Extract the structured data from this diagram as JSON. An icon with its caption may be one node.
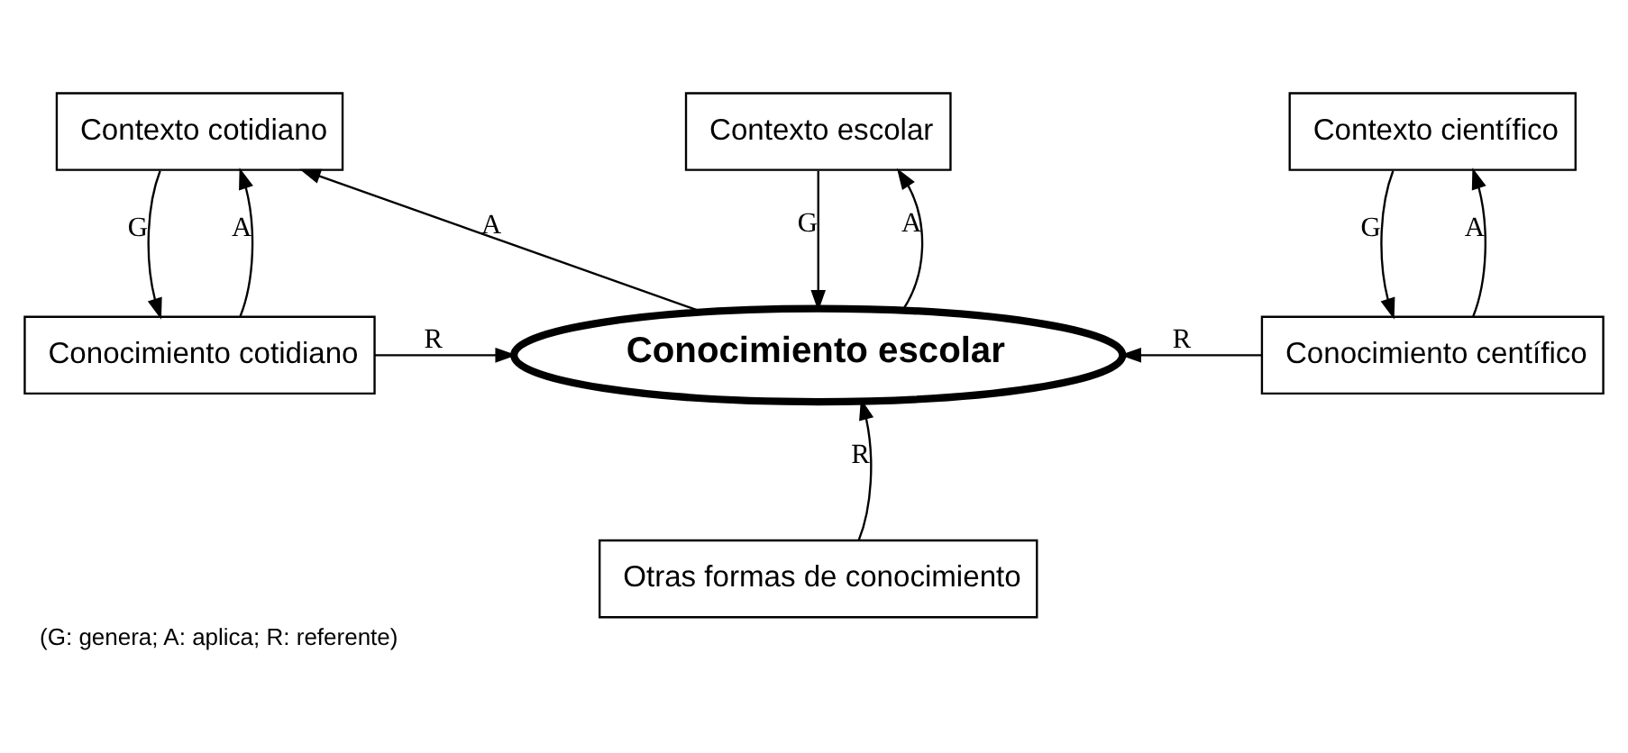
{
  "diagram": {
    "caption": "(G: genera; A: aplica; R: referente)",
    "nodes": [
      {
        "text": [
          "Contexto cotidiano"
        ]
      },
      {
        "text": [
          "Contexto escolar"
        ]
      },
      {
        "text": [
          "Contexto científico"
        ]
      },
      {
        "text": [
          "Conocimiento cotidiano"
        ]
      },
      {
        "text": [
          "Conocimiento escolar"
        ]
      },
      {
        "text": [
          "Conocimiento centífico"
        ]
      },
      {
        "text": [
          "Otras formas de conocimiento"
        ]
      }
    ],
    "edges": [
      {
        "from": 0,
        "to": 3,
        "arrow": "to",
        "label": "G"
      },
      {
        "from": 3,
        "to": 0,
        "arrow": "to",
        "label": "A"
      },
      {
        "from": 1,
        "to": 4,
        "arrow": "to",
        "label": "G"
      },
      {
        "from": 4,
        "to": 1,
        "arrow": "to",
        "label": "A"
      },
      {
        "from": 2,
        "to": 5,
        "arrow": "to",
        "label": "G"
      },
      {
        "from": 5,
        "to": 2,
        "arrow": "to",
        "label": "A"
      },
      {
        "from": 4,
        "to": 0,
        "arrow": "to",
        "label": "A"
      },
      {
        "from": 3,
        "to": 4,
        "arrow": "to",
        "label": "R"
      },
      {
        "from": 5,
        "to": 4,
        "arrow": "to",
        "label": "R"
      },
      {
        "from": 6,
        "to": 4,
        "arrow": "to",
        "label": "R"
      }
    ]
  }
}
